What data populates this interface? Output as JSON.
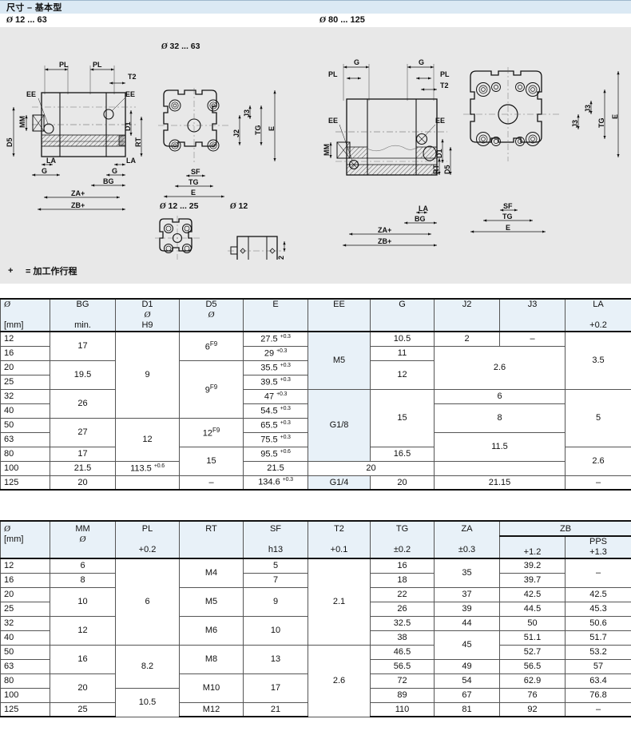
{
  "header": {
    "title": "尺寸 – 基本型"
  },
  "diagram_labels": {
    "left_range": "12 ... 63",
    "mid_range": "32 ... 63",
    "right_range": "80 ... 125",
    "small_range": "12 ... 25",
    "tiny_range": "12",
    "diameter_symbol": "Ø"
  },
  "footnote": {
    "marker": "+",
    "text": "= 加工作行程"
  },
  "drawing": {
    "left_section": {
      "dims": [
        "PL",
        "PL",
        "T2",
        "EE",
        "EE",
        "MM",
        "D1",
        "RT",
        "D5",
        "LA",
        "LA",
        "G",
        "G",
        "BG",
        "ZA+",
        "ZB+"
      ]
    },
    "mid_section": {
      "dims": [
        "J3",
        "J2",
        "TG",
        "E",
        "SF",
        "TG",
        "E"
      ]
    },
    "right_section": {
      "dims": [
        "G",
        "G",
        "PL",
        "PL",
        "T2",
        "EE",
        "EE",
        "MM",
        "D1",
        "RT",
        "D5",
        "LA",
        "BG",
        "ZA+",
        "ZB+"
      ]
    },
    "right_face": {
      "dims": [
        "J3",
        "J3",
        "TG",
        "E",
        "SF",
        "TG",
        "E"
      ]
    },
    "small_face": {
      "dims": []
    },
    "tiny_face": {
      "dims": [
        "J2"
      ]
    }
  },
  "table1": {
    "columns": [
      {
        "name": "Ø",
        "line2": "",
        "line3": "[mm]"
      },
      {
        "name": "BG",
        "line2": "",
        "line3": "min."
      },
      {
        "name": "D1",
        "line2": "Ø",
        "line3": "H9"
      },
      {
        "name": "D5",
        "line2": "Ø",
        "line3": ""
      },
      {
        "name": "E",
        "line2": "",
        "line3": ""
      },
      {
        "name": "EE",
        "line2": "",
        "line3": ""
      },
      {
        "name": "G",
        "line2": "",
        "line3": ""
      },
      {
        "name": "J2",
        "line2": "",
        "line3": ""
      },
      {
        "name": "J3",
        "line2": "",
        "line3": ""
      },
      {
        "name": "LA",
        "line2": "",
        "line3": "+0.2"
      }
    ],
    "rows": [
      {
        "dia": "12",
        "e": "27.5",
        "e_tol": "+0.3"
      },
      {
        "dia": "16",
        "e": "29",
        "e_tol": "+0.3"
      },
      {
        "dia": "20",
        "e": "35.5",
        "e_tol": "+0.3"
      },
      {
        "dia": "25",
        "e": "39.5",
        "e_tol": "+0.3"
      },
      {
        "dia": "32",
        "e": "47",
        "e_tol": "+0.3"
      },
      {
        "dia": "40",
        "e": "54.5",
        "e_tol": "+0.3"
      },
      {
        "dia": "50",
        "e": "65.5",
        "e_tol": "+0.3"
      },
      {
        "dia": "63",
        "e": "75.5",
        "e_tol": "+0.3"
      },
      {
        "dia": "80",
        "e": "95.5",
        "e_tol": "+0.6"
      },
      {
        "dia": "100",
        "e": "113.5",
        "e_tol": "+0.6"
      },
      {
        "dia": "125",
        "e": "134.6",
        "e_tol": "+0.3"
      }
    ],
    "bg": {
      "r12_16": "17",
      "r20_25": "19.5",
      "r32_40": "26",
      "r50_63": "27",
      "r80": "17",
      "r100": "21.5",
      "r125": "20"
    },
    "d1": {
      "r12_63": "9",
      "r80_125": "12"
    },
    "d5": {
      "r12_16": "6",
      "r12_16_fit": "F9",
      "r20_40": "9",
      "r20_40_fit": "F9",
      "r50_63": "12",
      "r50_63_fit": "F9",
      "r80_100": "15",
      "r125": "–"
    },
    "ee": {
      "r12_25": "M5",
      "r32_100": "G1/8",
      "r125": "G1/4"
    },
    "g": {
      "r12": "10.5",
      "r16": "11",
      "r20_25": "12",
      "r32_63": "15",
      "r80": "16.5",
      "r100": "21.5",
      "r125": "20"
    },
    "j2j3": {
      "r12_j2": "2",
      "r12_j3": "–",
      "r16_25": "2.6",
      "r32_40": "6",
      "r50_63": "8",
      "r80_100_a": "11.5",
      "r100_b": "20",
      "r125": "21.15"
    },
    "la": {
      "r12_25": "3.5",
      "r32_63": "5",
      "r80_100": "2.6",
      "r125": "–"
    }
  },
  "table2": {
    "columns": [
      {
        "name": "Ø",
        "line2": "[mm]",
        "line3": ""
      },
      {
        "name": "MM",
        "line2": "Ø",
        "line3": ""
      },
      {
        "name": "PL",
        "line2": "",
        "line3": "+0.2"
      },
      {
        "name": "RT",
        "line2": "",
        "line3": ""
      },
      {
        "name": "SF",
        "line2": "",
        "line3": "h13"
      },
      {
        "name": "T2",
        "line2": "",
        "line3": "+0.1"
      },
      {
        "name": "TG",
        "line2": "",
        "line3": "±0.2"
      },
      {
        "name": "ZA",
        "line2": "",
        "line3": "±0.3"
      },
      {
        "name": "ZB",
        "line2": "",
        "line3": "+1.2"
      },
      {
        "name": "ZB",
        "line2": "PPS",
        "line3": "+1.3"
      }
    ],
    "zb_group_label": "ZB",
    "rows": [
      {
        "dia": "12",
        "tg": "16",
        "za": "35",
        "zb": "39.2",
        "pps": "–"
      },
      {
        "dia": "16",
        "tg": "18",
        "za": "35",
        "zb": "39.7",
        "pps": "–"
      },
      {
        "dia": "20",
        "tg": "22",
        "za": "37",
        "zb": "42.5",
        "pps": "42.5"
      },
      {
        "dia": "25",
        "tg": "26",
        "za": "39",
        "zb": "44.5",
        "pps": "45.3"
      },
      {
        "dia": "32",
        "tg": "32.5",
        "za": "44",
        "zb": "50",
        "pps": "50.6"
      },
      {
        "dia": "40",
        "tg": "38",
        "za": "45",
        "zb": "51.1",
        "pps": "51.7"
      },
      {
        "dia": "50",
        "tg": "46.5",
        "za": "45",
        "zb": "52.7",
        "pps": "53.2"
      },
      {
        "dia": "63",
        "tg": "56.5",
        "za": "49",
        "zb": "56.5",
        "pps": "57"
      },
      {
        "dia": "80",
        "tg": "72",
        "za": "54",
        "zb": "62.9",
        "pps": "63.4"
      },
      {
        "dia": "100",
        "tg": "89",
        "za": "67",
        "zb": "76",
        "pps": "76.8"
      },
      {
        "dia": "125",
        "tg": "110",
        "za": "81",
        "zb": "92",
        "pps": "–"
      }
    ],
    "mm": {
      "r12": "6",
      "r16": "8",
      "r20_25": "10",
      "r32_40": "12",
      "r50_63": "16",
      "r80_100": "20",
      "r125": "25"
    },
    "pl": {
      "r12_40": "6",
      "r50_80": "8.2",
      "r100_125": "10.5"
    },
    "rt": {
      "r12_16": "M4",
      "r20_25": "M5",
      "r32_40": "M6",
      "r50_63": "M8",
      "r80_100": "M10",
      "r125": "M12"
    },
    "sf": {
      "r12": "5",
      "r16": "7",
      "r20_25": "9",
      "r32_40": "10",
      "r50_63": "13",
      "r80_100": "17",
      "r125": "21"
    },
    "t2": {
      "r12_40": "2.1",
      "r50_125": "2.6"
    }
  },
  "colors": {
    "title_bar": "#dbe9f4",
    "header_tint": "#e8f1f8",
    "drawing_bg": "#e8e8e8",
    "rule": "#555555"
  }
}
